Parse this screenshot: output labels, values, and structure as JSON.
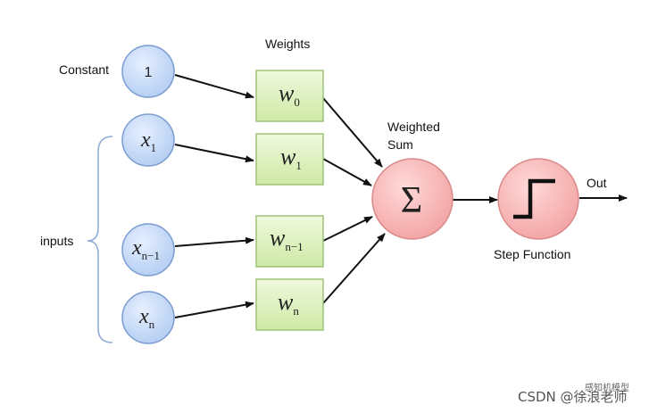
{
  "labels": {
    "weights": "Weights",
    "constant": "Constant",
    "inputs": "inputs",
    "weighted_sum_line1": "Weighted",
    "weighted_sum_line2": "Sum",
    "step_function": "Step Function",
    "out": "Out"
  },
  "input_nodes": [
    {
      "base": "1",
      "sub": ""
    },
    {
      "base": "x",
      "sub": "1"
    },
    {
      "base": "x",
      "sub": "n−1"
    },
    {
      "base": "x",
      "sub": "n"
    }
  ],
  "weight_nodes": [
    {
      "base": "w",
      "sub": "0"
    },
    {
      "base": "w",
      "sub": "1"
    },
    {
      "base": "w",
      "sub": "n−1"
    },
    {
      "base": "w",
      "sub": "n"
    }
  ],
  "sum_symbol": "Σ",
  "watermark": {
    "small": "感知机模型",
    "main": "CSDN @徐浪老师"
  },
  "colors": {
    "input_fill": "#c6d9f5",
    "input_stroke": "#7a9ccf",
    "weight_fill": "#d9f0b5",
    "weight_stroke": "#9fc27a",
    "sum_fill": "#f7b3b3",
    "sum_stroke": "#d98a8a",
    "arrow": "#111111",
    "brace": "#8aaad4"
  }
}
